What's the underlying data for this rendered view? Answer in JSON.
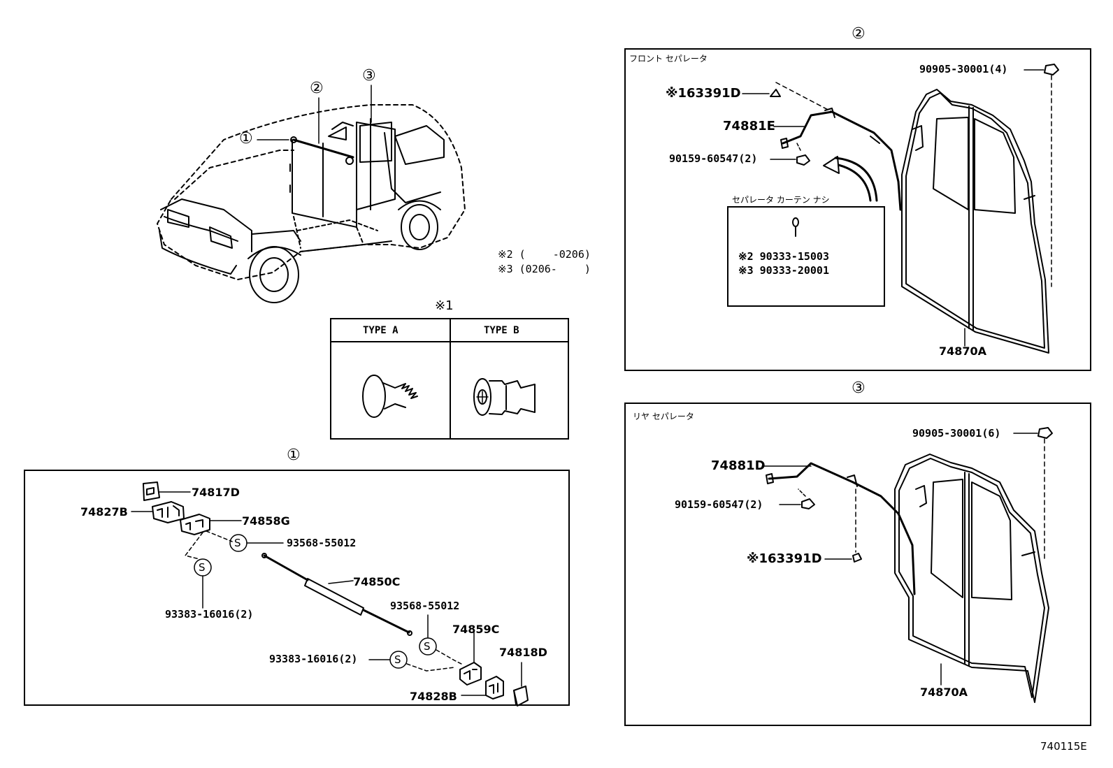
{
  "top_callouts": {
    "c1": "①",
    "c2": "②",
    "c3": "③"
  },
  "legend": {
    "line2": "※2 (　　 -0206)",
    "line3": "※3 (0206-　　 )"
  },
  "types": {
    "marker": "※1",
    "type_a": "TYPE A",
    "type_b": "TYPE B"
  },
  "section1": {
    "marker": "①",
    "parts": {
      "p74817D": "74817D",
      "p74827B": "74827B",
      "p74858G": "74858G",
      "p93568a": "93568-55012",
      "p93383a": "93383-16016(2)",
      "p74850C": "74850C",
      "p93568b": "93568-55012",
      "p74859C": "74859C",
      "p74818D": "74818D",
      "p93383b": "93383-16016(2)",
      "p74828B": "74828B"
    },
    "s_symbol": "S"
  },
  "section2": {
    "marker": "②",
    "title": "フロント セパレータ",
    "parts": {
      "p90905": "90905-30001(4)",
      "p163391": "※163391D",
      "p74881E": "74881E",
      "p90159": "90159-60547(2)",
      "p74870A": "74870A"
    },
    "subbox": {
      "title": "セパレータ カーテン ナシ",
      "l2": "※2 90333-15003",
      "l3": "※3 90333-20001"
    }
  },
  "section3": {
    "marker": "③",
    "title": "リヤ セパレータ",
    "parts": {
      "p90905": "90905-30001(6)",
      "p74881D": "74881D",
      "p90159": "90159-60547(2)",
      "p163391": "※163391D",
      "p74870A": "74870A"
    }
  },
  "footer": {
    "code": "740115E"
  }
}
